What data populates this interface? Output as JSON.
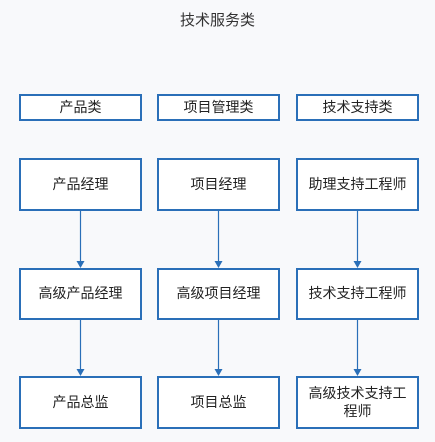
{
  "title": "技术服务类",
  "categories": [
    {
      "header": "产品类",
      "levels": [
        "产品经理",
        "高级产品经理",
        "产品总监"
      ]
    },
    {
      "header": "项目管理类",
      "levels": [
        "项目经理",
        "高级项目经理",
        "项目总监"
      ]
    },
    {
      "header": "技术支持类",
      "levels": [
        "助理支持工程师",
        "技术支持工程师",
        "高级技术支持工程师"
      ]
    }
  ],
  "colors": {
    "border": "#2a6fb8",
    "arrow": "#2a6fb8"
  }
}
